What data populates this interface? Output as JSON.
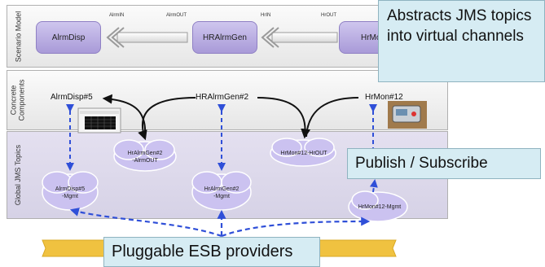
{
  "layers": {
    "scenario_model": "Scenario Model",
    "concrete_components": "Concrete Components",
    "global_jms_topics": "Global JMS Topics"
  },
  "scenario_nodes": {
    "alrmdisp": "AlrmDisp",
    "hralrmgen": "HRAlrmGen",
    "hrmon": "HrMo"
  },
  "ports": {
    "alrmin": "AlrmIN",
    "alrmout": "AlrmOUT",
    "hrin": "HrIN",
    "hrout": "HrOUT"
  },
  "components": {
    "alrmdisp5": "AlrmDisp#5",
    "hralrmgen2": "HRAlrmGen#2",
    "hrmon12": "HrMon#12"
  },
  "topics": {
    "hralrmgen2_alrmout_line1": "HrAlrmGen#2",
    "hralrmgen2_alrmout_line2": "-AlrmOUT",
    "hrmon12_hrout": "HrMon#12-HrOUT",
    "alrmdisp5_mgmt_line1": "AlrmDisp#5",
    "alrmdisp5_mgmt_line2": "-Mgmt",
    "hralrmgen2_mgmt_line1": "HrAlrmGen#2",
    "hralrmgen2_mgmt_line2": "-Mgmt",
    "hrmon12_mgmt": "HrMon#12-Mgmt"
  },
  "callouts": {
    "abstracts": "Abstracts JMS topics into virtual channels",
    "pubsub": "Publish / Subscribe",
    "esb": "Pluggable ESB providers"
  },
  "colors": {
    "node_fill": "#b9ade3",
    "cloud_fill": "#cbc2f0",
    "dashed_arrow": "#2f4fd8",
    "callout_fill": "#d6ecf3",
    "esb_bar": "#f0c240"
  }
}
